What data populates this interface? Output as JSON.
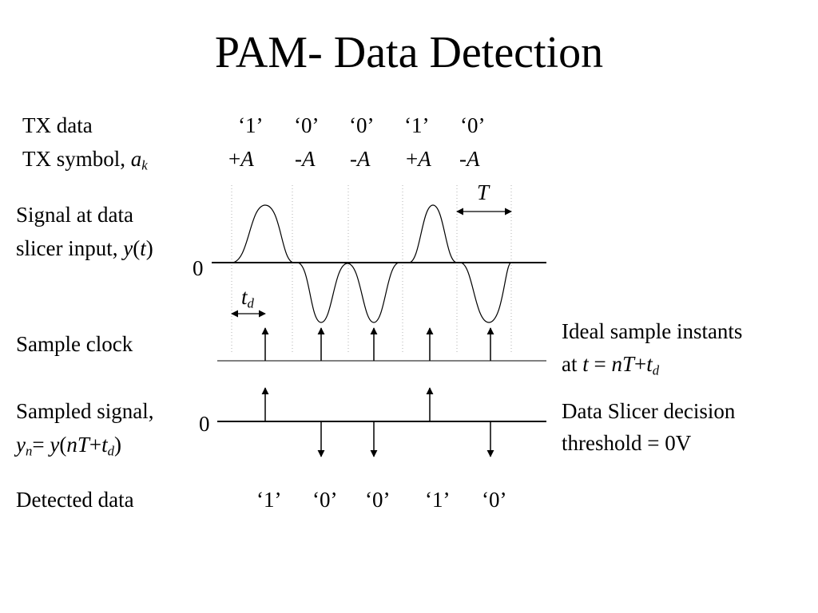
{
  "title": "PAM- Data Detection",
  "rows": {
    "tx_data_label": "TX data",
    "tx_symbol_label": "TX symbol,",
    "tx_symbol_var": "a",
    "tx_symbol_sub": "k",
    "signal_label_1": "Signal at data",
    "signal_label_2": "slicer input,",
    "signal_var_y": "y",
    "signal_var_t": "t",
    "sample_clock_label": "Sample clock",
    "sampled_label_1": "Sampled signal,",
    "sampled_y": "y",
    "sampled_n": "n",
    "sampled_eq": "= ",
    "sampled_fy": "y",
    "sampled_nT": "nT",
    "sampled_plus": "+",
    "sampled_t": "t",
    "sampled_d": "d",
    "detected_label": "Detected data"
  },
  "tx_data": [
    "‘1’",
    "‘0’",
    "‘0’",
    "‘1’",
    "‘0’"
  ],
  "tx_symbols": [
    {
      "sign": "+",
      "var": "A"
    },
    {
      "sign": "-",
      "var": "A"
    },
    {
      "sign": "-",
      "var": "A"
    },
    {
      "sign": "+",
      "var": "A"
    },
    {
      "sign": "-",
      "var": "A"
    }
  ],
  "detected_data": [
    "‘1’",
    "‘0’",
    "‘0’",
    "‘1’",
    "‘0’"
  ],
  "annotations": {
    "period": "T",
    "delay_t": "t",
    "delay_d": "d",
    "zero_signal": "0",
    "zero_sampled": "0",
    "ideal_1": "Ideal sample instants",
    "ideal_2_at": "at ",
    "ideal_2_t": "t",
    "ideal_2_eq": " = ",
    "ideal_2_nT": "nT",
    "ideal_2_plus": "+",
    "ideal_2_td": "t",
    "ideal_2_d": "d",
    "slicer_1": "Data Slicer decision",
    "slicer_2": "threshold = 0V"
  },
  "colors": {
    "ink": "#000000",
    "grid": "#b0b0b0",
    "background": "#ffffff"
  }
}
